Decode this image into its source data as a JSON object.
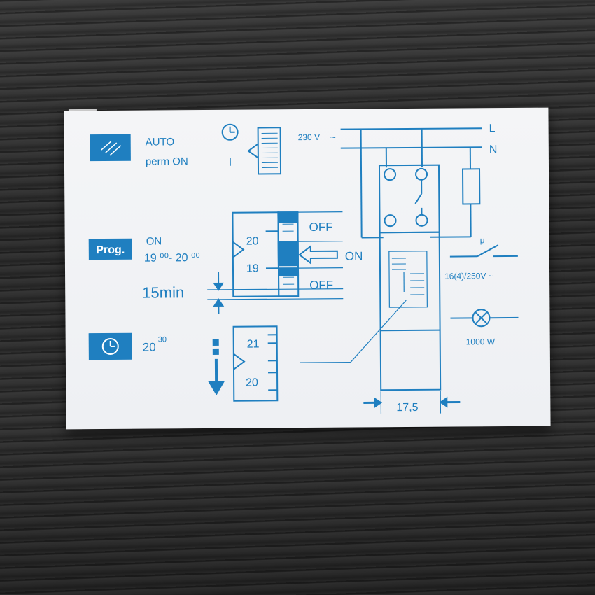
{
  "colors": {
    "print_blue": "#1f7fc0",
    "card": "#f1f2f4",
    "background": "#2e2e2e"
  },
  "labels": {
    "auto": "AUTO",
    "perm_on": "perm  ON",
    "prog": "Prog.",
    "on_top": "ON",
    "on_times": "19 ⁰⁰- 20 ⁰⁰",
    "min15": "15min",
    "time_main": "20",
    "time_sup": "30",
    "manual_i": "I",
    "v230": "230 V",
    "tilde": "~",
    "l": "L",
    "n": "N",
    "dial_20": "20",
    "dial_19": "19",
    "off1": "OFF",
    "on_mid": "ON",
    "off2": "OFF",
    "dial2_21": "21",
    "dial2_20": "20",
    "rating": "16(4)/250V ~",
    "mu": "μ",
    "watt": "1000 W",
    "width": "17,5"
  },
  "icons": [
    "hand-icon",
    "clock-icon",
    "switch-icon",
    "lamp-icon",
    "arrow-icon"
  ]
}
